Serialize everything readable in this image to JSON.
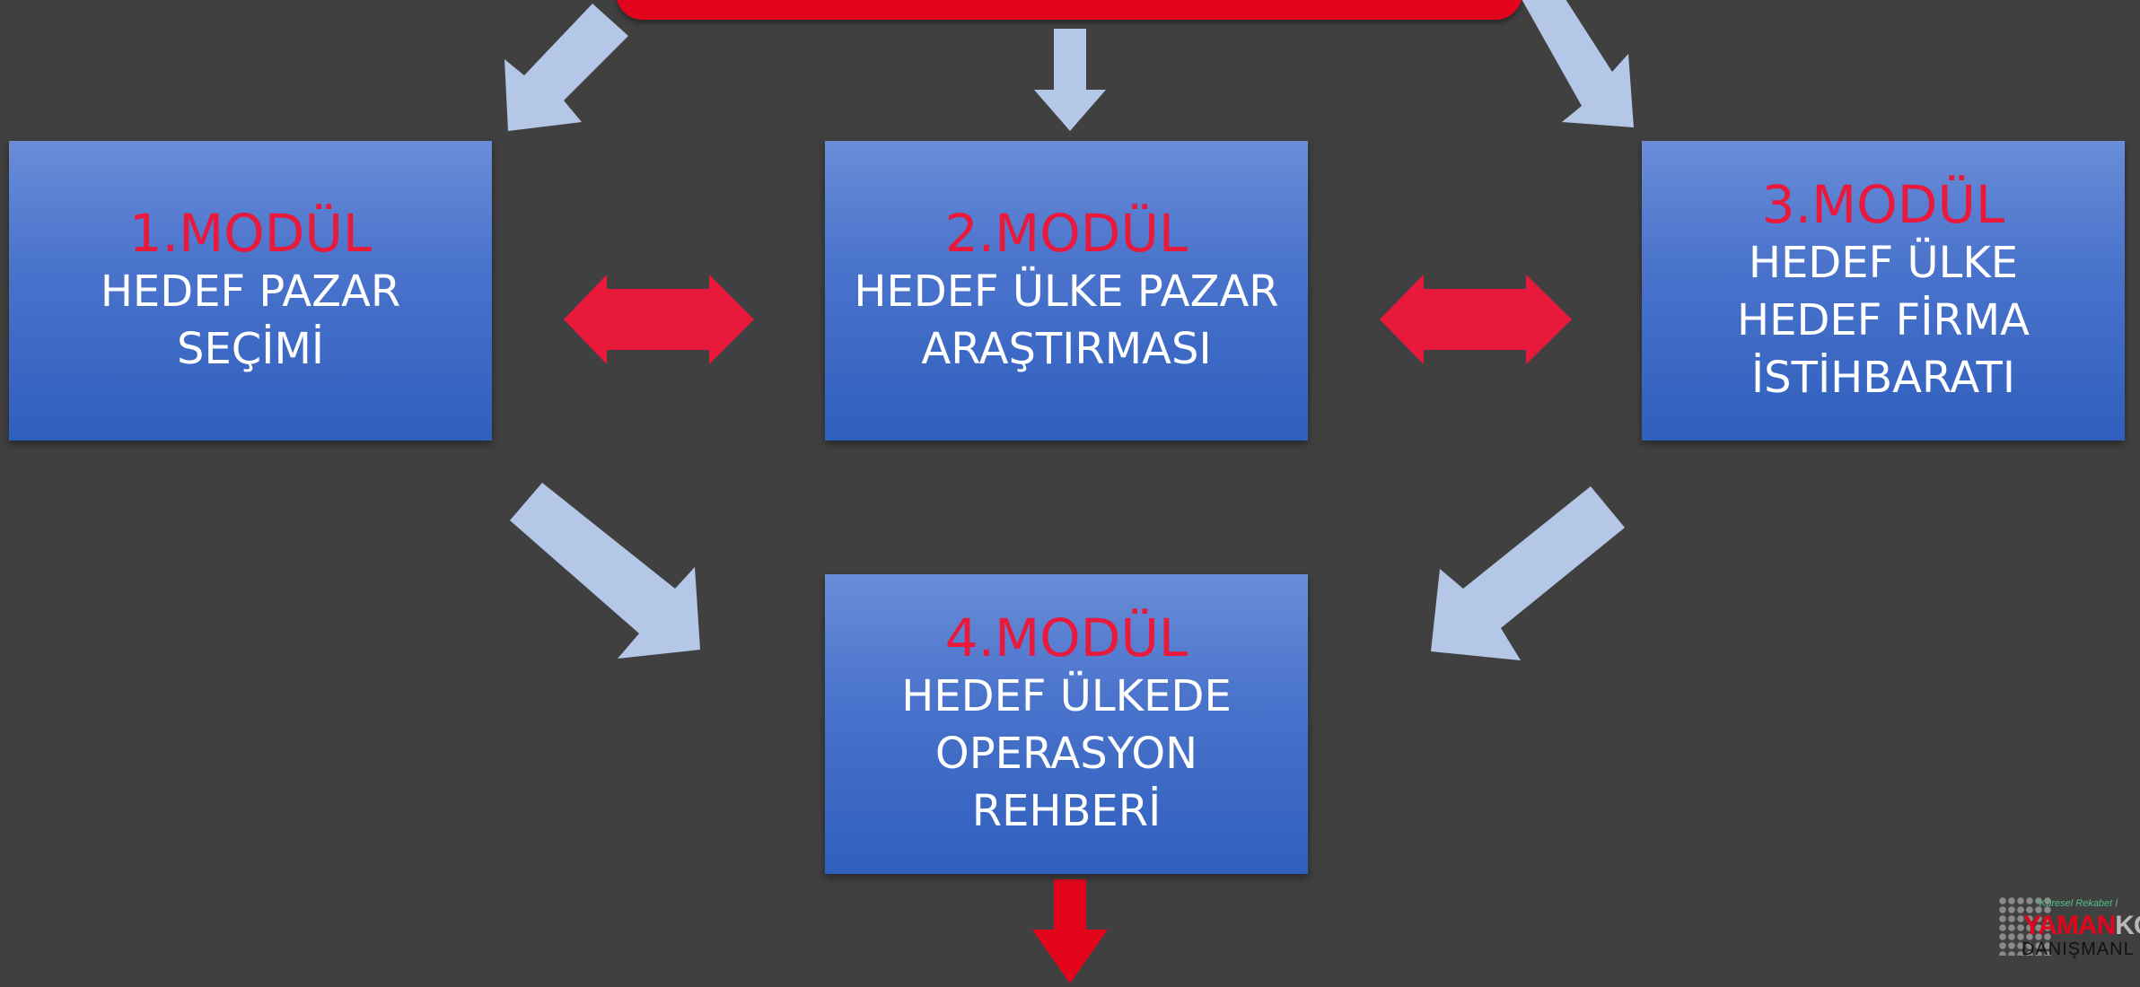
{
  "colors": {
    "background": "#404040",
    "accent_red": "#e3051b",
    "module_blue": "#4b74cc",
    "arrow_light": "#b4c7e7"
  },
  "modules": [
    {
      "title": "1.MODÜL",
      "desc": "HEDEF PAZAR SEÇİMİ"
    },
    {
      "title": "2.MODÜL",
      "desc": "HEDEF ÜLKE PAZAR\nARAŞTIRMASI"
    },
    {
      "title": "3.MODÜL",
      "desc": "HEDEF ÜLKE\nHEDEF FİRMA\nİSTİHBARATI"
    },
    {
      "title": "4.MODÜL",
      "desc": "HEDEF ÜLKEDE\nOPERASYON REHBERİ"
    }
  ],
  "logo": {
    "tagline": "\"Küresel Rekabet İ",
    "brand_part1": "YAMAN",
    "brand_part2": "KO",
    "subtitle": "DANIŞMANL"
  }
}
